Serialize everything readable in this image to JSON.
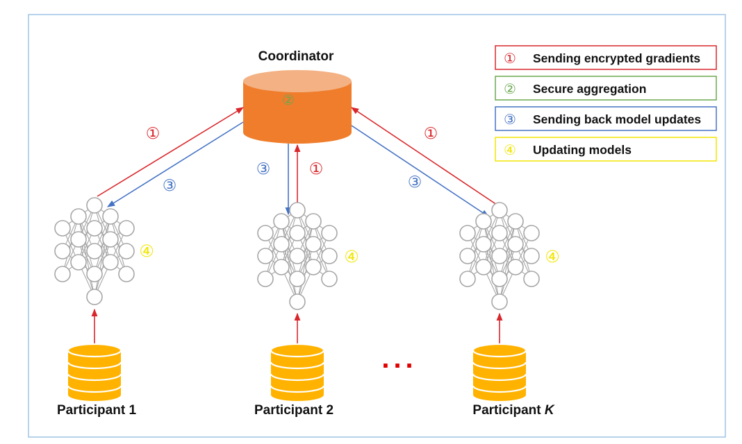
{
  "coordinator": {
    "title": "Coordinator",
    "step_marker": "②"
  },
  "legend": {
    "items": [
      {
        "marker": "①",
        "label": "Sending encrypted gradients"
      },
      {
        "marker": "②",
        "label": "Secure aggregation"
      },
      {
        "marker": "③",
        "label": "Sending back model updates"
      },
      {
        "marker": "④",
        "label": "Updating models"
      }
    ]
  },
  "participants": [
    {
      "label": "Participant 1",
      "label_suffix": "",
      "upload_marker": "①",
      "download_marker": "③",
      "update_marker": "④"
    },
    {
      "label": "Participant 2",
      "label_suffix": "",
      "upload_marker": "①",
      "download_marker": "③",
      "update_marker": "④"
    },
    {
      "label": "Participant ",
      "label_suffix": "K",
      "upload_marker": "①",
      "download_marker": "③",
      "update_marker": "④"
    }
  ],
  "ellipsis": "...",
  "colors": {
    "step1": "#d9262b",
    "step2": "#6aa84f",
    "step3": "#4472c4",
    "step4": "#f2e500",
    "coordinator_body": "#ef7d2c",
    "coordinator_top": "#f4b183",
    "database": "#ffb300",
    "frame": "#9dc3e6",
    "neuron_stroke": "#a6a6a6"
  }
}
